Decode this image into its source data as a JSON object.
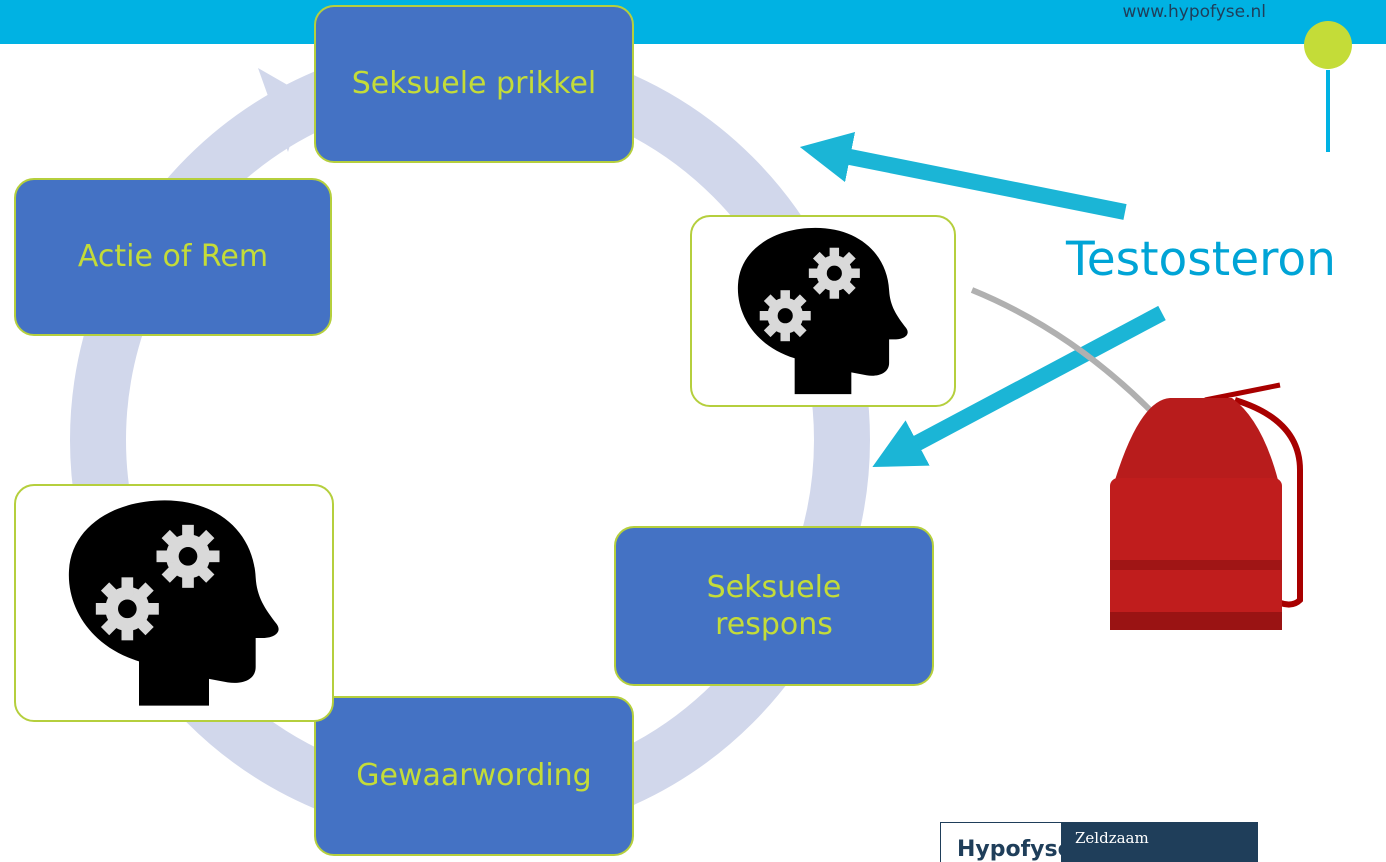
{
  "header": {
    "url": "www.hypofyse.nl"
  },
  "cycle": {
    "nodes": {
      "prikkel": "Seksuele prikkel",
      "respons": "Seksuele respons",
      "gewaarwording": "Gewaarwording",
      "actie": "Actie of Rem"
    }
  },
  "icons": {
    "head_gears": "head-with-gears-icon",
    "oil_can": "oil-can-icon"
  },
  "annotation": {
    "hormone": "Testosteron"
  },
  "logo": {
    "name": "Hypofyse",
    "tagline": "Zeldzaam"
  },
  "colors": {
    "header_bar": "#00b2e3",
    "node_fill": "#4472c4",
    "node_text": "#c4dc38",
    "node_border": "#b5cf3d",
    "cycle_ring": "#d1d7eb",
    "arrow": "#1bb5d6",
    "hormone_text": "#00a4d6",
    "logo_dark": "#1f3e5a"
  }
}
